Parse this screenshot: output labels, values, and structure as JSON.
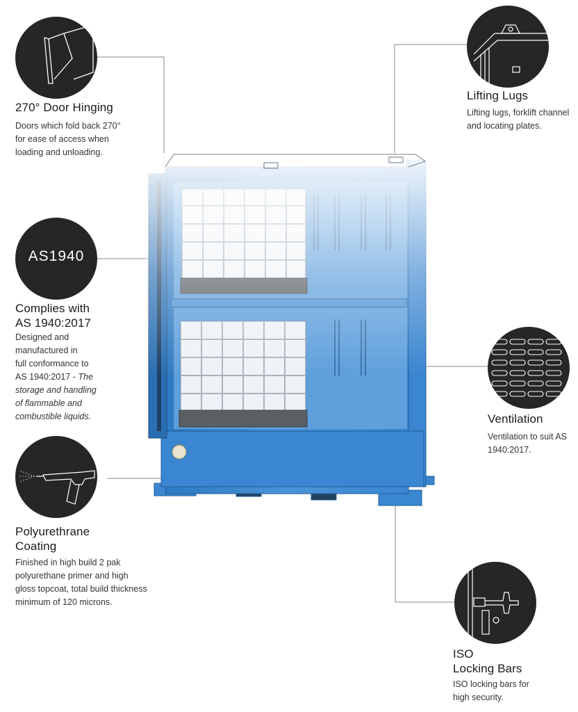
{
  "colors": {
    "cabinet_blue": "#3a86d0",
    "cabinet_blue_dark": "#2a6fb4",
    "icon_circle": "#262626"
  },
  "features": {
    "door_hinging": {
      "icon": "door-hinge-icon",
      "title": "270° Door Hinging",
      "desc": [
        "Doors which fold back 270°",
        "for ease of access when",
        "loading and unloading."
      ]
    },
    "lifting_lugs": {
      "icon": "lifting-lug-icon",
      "title": "Lifting Lugs",
      "desc": [
        "Lifting lugs, forklift channel",
        "and locating plates."
      ]
    },
    "compliance": {
      "badge": "AS1940",
      "title_line1": "Complies with",
      "title_line2": "AS 1940:2017",
      "desc": [
        "Designed and",
        "manufactured in",
        "full conformance to"
      ],
      "desc_prefix": "AS 1940:2017 - ",
      "desc_italic": [
        "The",
        "storage and handling",
        "of flammable and",
        "combustible liquids."
      ]
    },
    "ventilation": {
      "icon": "ventilation-grille-icon",
      "title": "Ventilation",
      "desc": [
        "Ventilation to suit AS",
        "1940:2017."
      ]
    },
    "coating": {
      "icon": "spray-gun-icon",
      "title_line1": "Polyurethrane",
      "title_line2": "Coating",
      "desc": [
        "Finished in high build 2 pak",
        "polyurethane primer and high",
        "gloss topcoat, total build thickness",
        "minimum of 120 microns."
      ]
    },
    "locking_bars": {
      "icon": "locking-bar-icon",
      "title_line1": "ISO",
      "title_line2": "Locking Bars",
      "desc": [
        "ISO locking bars for",
        "high security."
      ]
    }
  }
}
